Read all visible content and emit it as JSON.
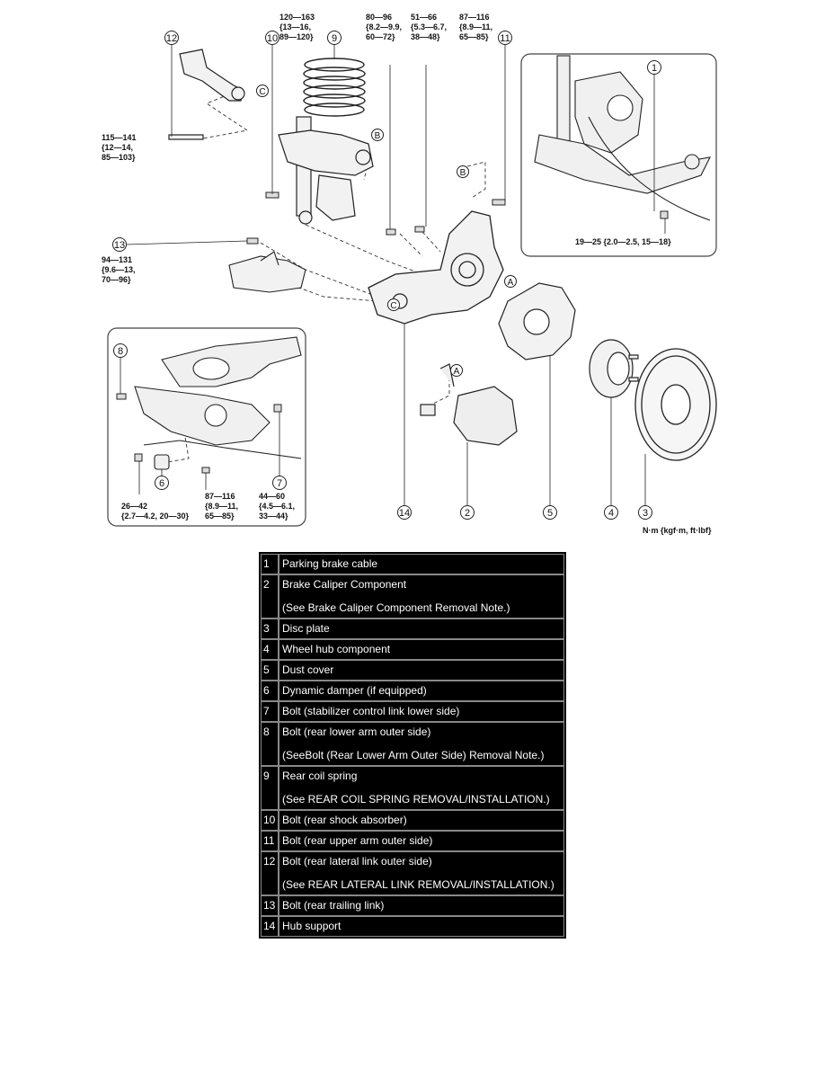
{
  "callouts": {
    "c1": "1",
    "c2": "2",
    "c3": "3",
    "c4": "4",
    "c5": "5",
    "c6": "6",
    "c7": "7",
    "c8": "8",
    "c9": "9",
    "c10": "10",
    "c11": "11",
    "c12": "12",
    "c13": "13",
    "c14": "14"
  },
  "letters": {
    "a": "A",
    "b": "B",
    "c": "C"
  },
  "torques": {
    "t120": [
      "120—163",
      "{13—16,",
      "89—120}"
    ],
    "t80": [
      "80—96",
      "{8.2—9.9,",
      "60—72}"
    ],
    "t51": [
      "51—66",
      "{5.3—6.7,",
      "38—48}"
    ],
    "t87a": [
      "87—116",
      "{8.9—11,",
      "65—85}"
    ],
    "t115": [
      "115—141",
      "{12—14,",
      "85—103}"
    ],
    "t94": [
      "94—131",
      "{9.6—13,",
      "70—96}"
    ],
    "t19": "19—25 {2.0—2.5, 15—18}",
    "t26": [
      "26—42",
      "{2.7—4.2, 20—30}"
    ],
    "t87b": [
      "87—116",
      "{8.9—11,",
      "65—85}"
    ],
    "t44": [
      "44—60",
      "{4.5—6.1,",
      "33—44}"
    ]
  },
  "units_label": "N·m {kgf·m, ft·lbf}",
  "parts": [
    {
      "num": "1",
      "name": "Parking brake cable",
      "note": ""
    },
    {
      "num": "2",
      "name": "Brake Caliper Component",
      "note": "(See Brake Caliper Component Removal Note.)"
    },
    {
      "num": "3",
      "name": "Disc plate",
      "note": ""
    },
    {
      "num": "4",
      "name": "Wheel hub component",
      "note": ""
    },
    {
      "num": "5",
      "name": "Dust cover",
      "note": ""
    },
    {
      "num": "6",
      "name": "Dynamic damper (if equipped)",
      "note": ""
    },
    {
      "num": "7",
      "name": "Bolt (stabilizer control link lower side)",
      "note": ""
    },
    {
      "num": "8",
      "name": "Bolt (rear lower arm outer side)",
      "note": "(SeeBolt (Rear Lower Arm Outer Side) Removal Note.)"
    },
    {
      "num": "9",
      "name": "Rear coil spring",
      "note": "(See REAR COIL SPRING REMOVAL/INSTALLATION.)"
    },
    {
      "num": "10",
      "name": "Bolt (rear shock absorber)",
      "note": ""
    },
    {
      "num": "11",
      "name": "Bolt (rear upper arm outer side)",
      "note": ""
    },
    {
      "num": "12",
      "name": "Bolt (rear lateral link outer side)",
      "note": "(See REAR LATERAL LINK REMOVAL/INSTALLATION.)"
    },
    {
      "num": "13",
      "name": "Bolt (rear trailing link)",
      "note": ""
    },
    {
      "num": "14",
      "name": "Hub support",
      "note": ""
    }
  ]
}
